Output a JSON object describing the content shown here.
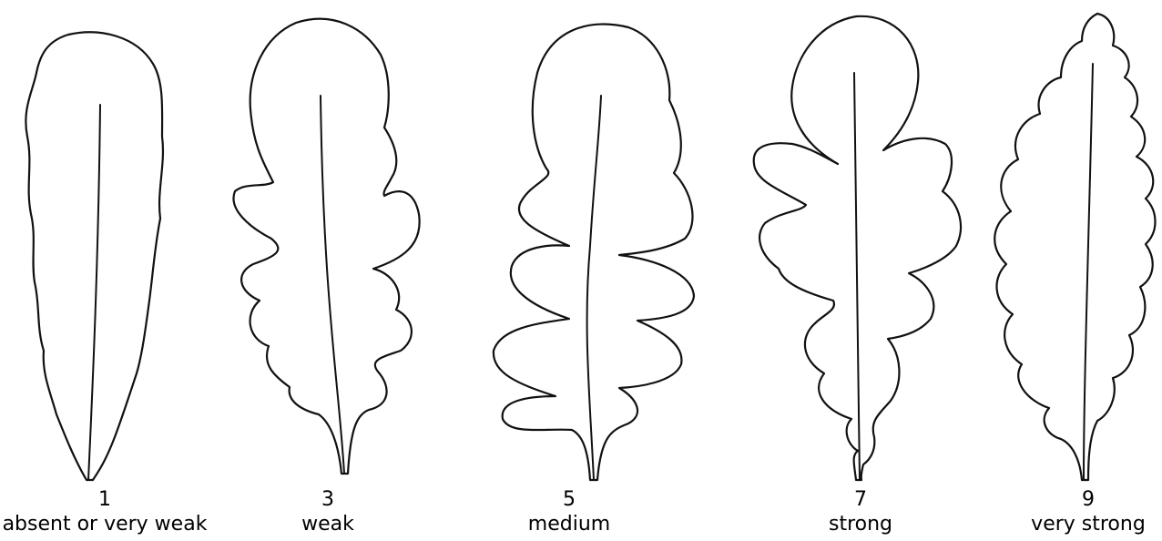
{
  "leaves": [
    {
      "note": "1",
      "label": "absent or very weak"
    },
    {
      "note": "3",
      "label": "weak"
    },
    {
      "note": "5",
      "label": "medium"
    },
    {
      "note": "7",
      "label": "strong"
    },
    {
      "note": "9",
      "label": "very strong"
    }
  ]
}
